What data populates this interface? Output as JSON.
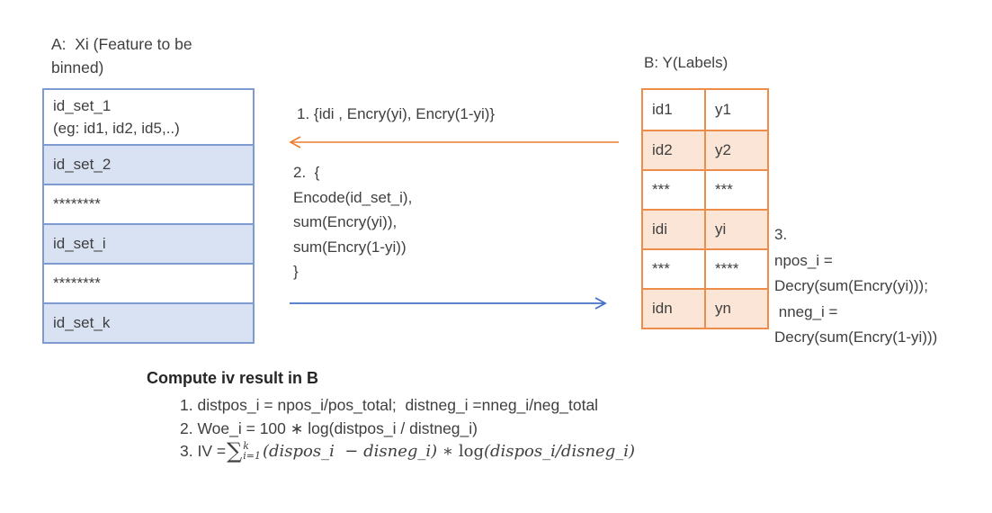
{
  "colors": {
    "text": "#3f3f3f",
    "table_a_border": "#7d9bd1",
    "table_a_fill": "#d9e2f3",
    "table_b_border": "#ee8c4a",
    "table_b_fill": "#fbe5d6",
    "arrow_orange": "#ed7d31",
    "arrow_blue": "#4472c4"
  },
  "party_a": {
    "heading": "A:  Xi (Feature to be\nbinned)",
    "rows": [
      "id_set_1\n(eg: id1, id2, id5,..)",
      "id_set_2",
      "********",
      "id_set_i",
      "********",
      "id_set_k"
    ]
  },
  "party_b": {
    "heading": "B: Y(Labels)",
    "rows": [
      {
        "id": "id1",
        "y": "y1"
      },
      {
        "id": "id2",
        "y": "y2"
      },
      {
        "id": "***",
        "y": "***"
      },
      {
        "id": "idi",
        "y": "yi"
      },
      {
        "id": "***",
        "y": "****"
      },
      {
        "id": "idn",
        "y": "yn"
      }
    ]
  },
  "messages": {
    "msg1": "1. {idi , Encry(yi), Encry(1-yi)}",
    "msg2": "2.  {\nEncode(id_set_i),\nsum(Encry(yi)),\nsum(Encry(1-yi))\n}",
    "step3": "3.\nnpos_i =\nDecry(sum(Encry(yi)));\n nneg_i =\nDecry(sum(Encry(1-yi)))"
  },
  "compute": {
    "title": "Compute iv result in B",
    "item1": "1. distpos_i = npos_i/pos_total;  distneg_i =nneg_i/neg_total",
    "item2": "2. Woe_i = 100 ∗ log(distpos_i / distneg_i)",
    "item3": {
      "prefix": "3. IV =",
      "sigma": "∑",
      "sup": "k",
      "sub": "i=1",
      "expr1": "(dispos_i  − disneg_i)",
      "star": " ∗ ",
      "log": "log",
      "expr2": "(dispos_i/disneg_i)"
    }
  }
}
